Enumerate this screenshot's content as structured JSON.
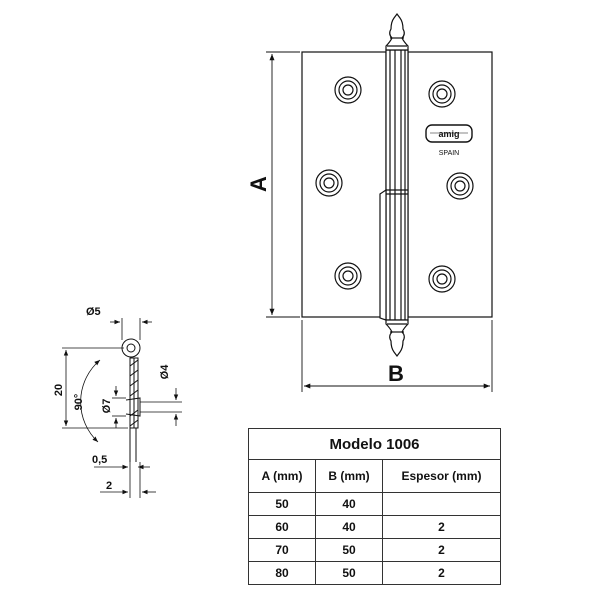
{
  "hinge": {
    "dim_a": "A",
    "dim_b": "B",
    "logo_text": "amig",
    "logo_subtext": "SPAIN"
  },
  "section": {
    "d5": "Ø5",
    "d4": "Ø4",
    "d7": "Ø7",
    "h20": "20",
    "angle": "90°",
    "t05": "0,5",
    "w2": "2"
  },
  "table": {
    "title": "Modelo 1006",
    "headers": [
      "A (mm)",
      "B (mm)",
      "Espesor (mm)"
    ],
    "rows": [
      [
        "50",
        "40",
        ""
      ],
      [
        "60",
        "40",
        "2"
      ],
      [
        "70",
        "50",
        "2"
      ],
      [
        "80",
        "50",
        "2"
      ]
    ]
  }
}
